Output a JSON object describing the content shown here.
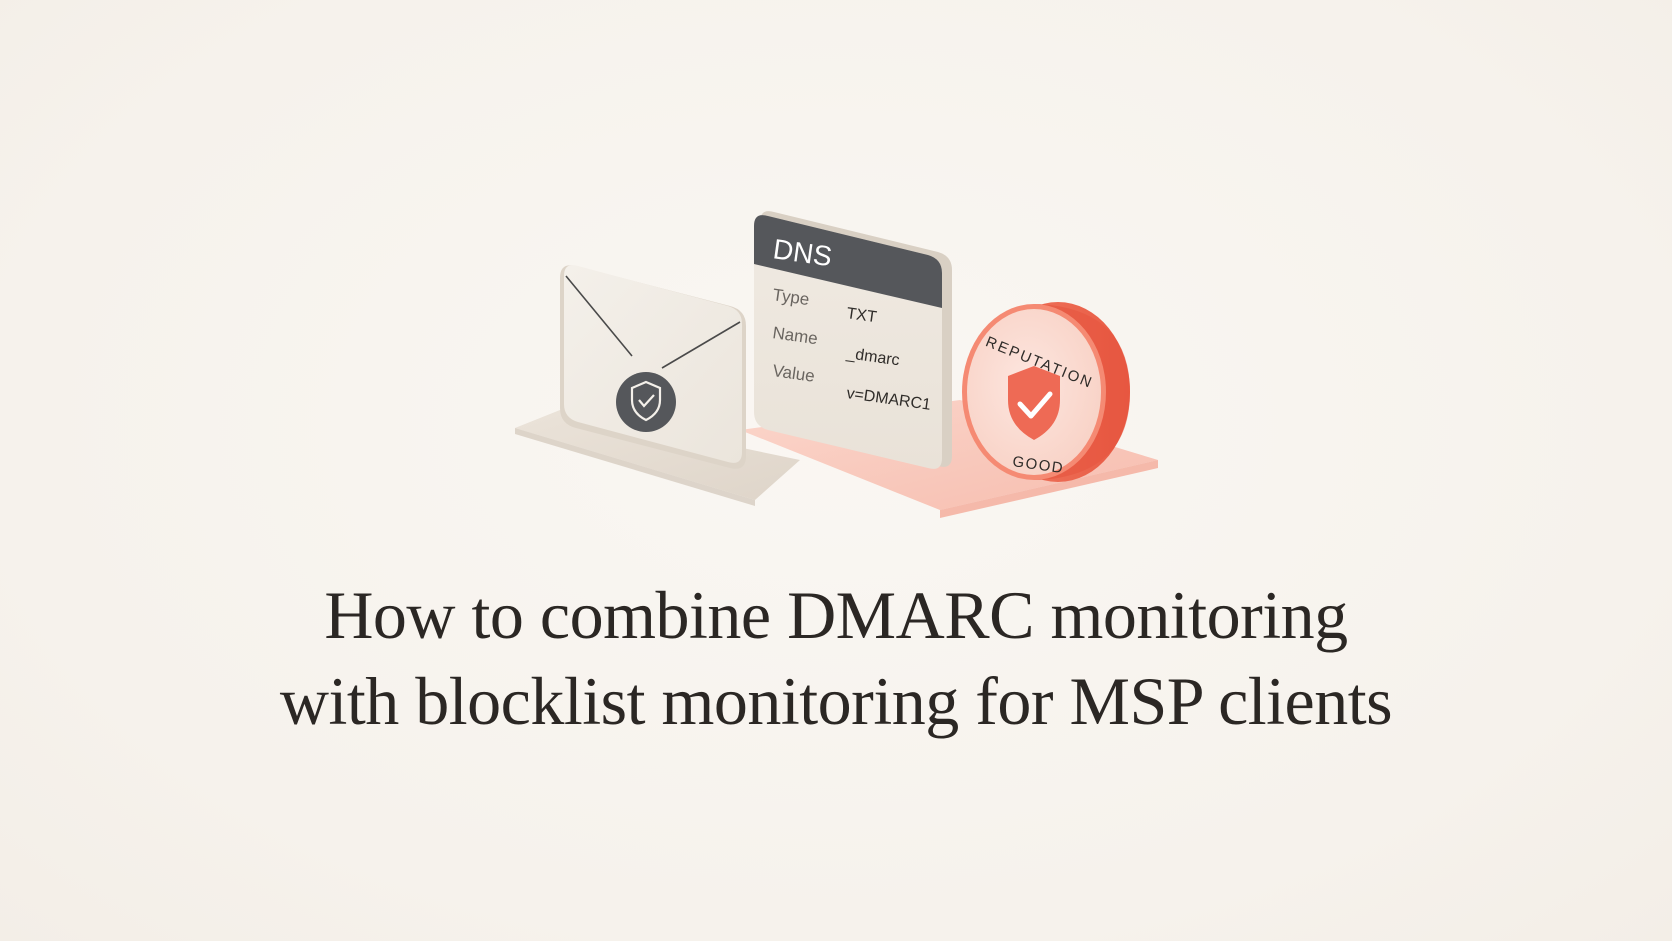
{
  "illustration": {
    "dns_card": {
      "header": "DNS",
      "rows": [
        {
          "label": "Type",
          "value": "TXT"
        },
        {
          "label": "Name",
          "value": "_dmarc"
        },
        {
          "label": "Value",
          "value": "v=DMARC1"
        }
      ]
    },
    "reputation_badge": {
      "top_text": "REPUTATION",
      "bottom_text": "GOOD"
    },
    "icons": [
      "envelope-icon",
      "shield-check-icon",
      "shield-check-icon"
    ],
    "colors": {
      "background": "#f7f3ee",
      "accent": "#ee6a55",
      "dark": "#55575b",
      "card": "#efe9e1"
    }
  },
  "title": {
    "line1": "How to combine DMARC monitoring",
    "line2": "with blocklist monitoring for MSP clients"
  }
}
